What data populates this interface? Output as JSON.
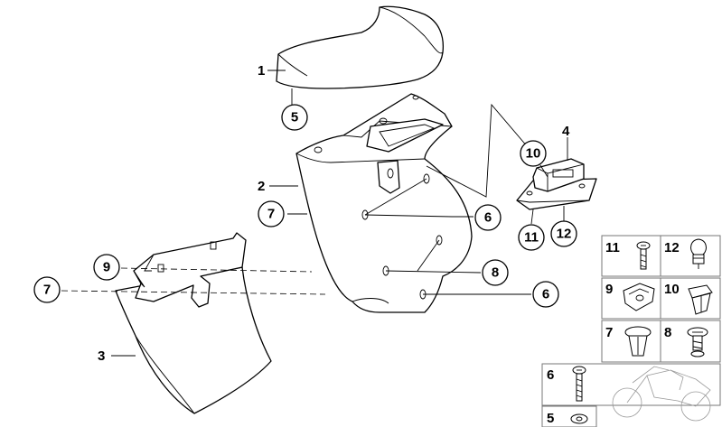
{
  "callouts": {
    "c1": "1",
    "c2": "2",
    "c3": "3",
    "c4": "4",
    "c5": "5",
    "c6a": "6",
    "c6b": "6",
    "c7a": "7",
    "c7b": "7",
    "c8": "8",
    "c9": "9",
    "c10": "10",
    "c11": "11",
    "c12": "12"
  },
  "legend": {
    "r1a": "11",
    "r1b": "12",
    "r2a": "9",
    "r2b": "10",
    "r3a": "7",
    "r3b": "8",
    "r4": "6",
    "r5": "5"
  }
}
